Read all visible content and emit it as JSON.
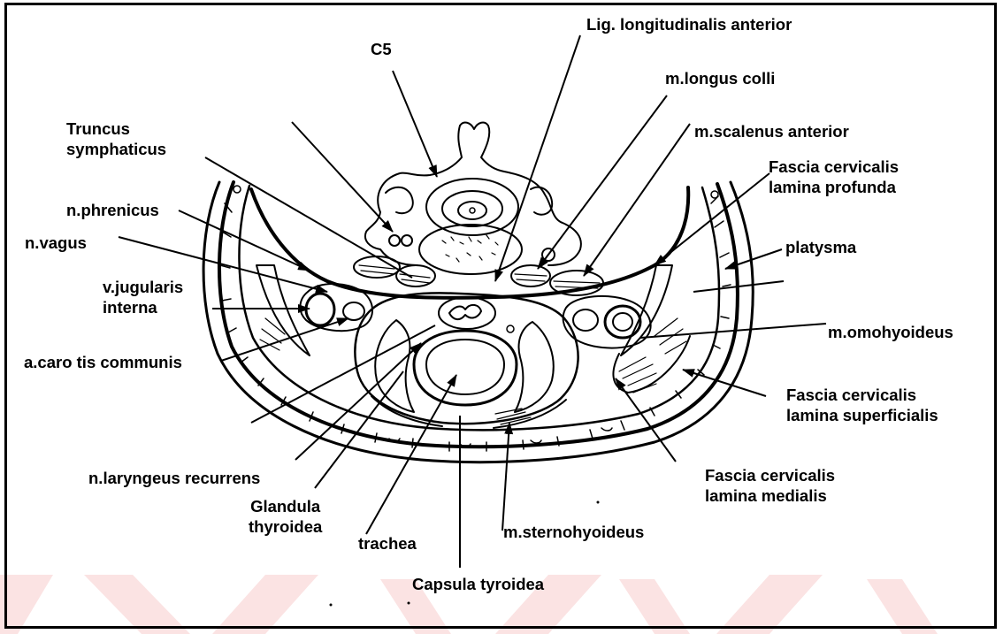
{
  "labels": {
    "c5": "C5",
    "lig_longitudinalis": "Lig. longitudinalis anterior",
    "m_longus_colli": "m.longus colli",
    "truncus_1": "Truncus",
    "truncus_2": "symphaticus",
    "m_scalenus_anterior": "m.scalenus anterior",
    "fascia_profunda_1": "Fascia cervicalis",
    "fascia_profunda_2": "lamina profunda",
    "n_phrenicus": "n.phrenicus",
    "n_vagus": "n.vagus",
    "platysma": "platysma",
    "v_jugularis_1": "v.jugularis",
    "v_jugularis_2": "interna",
    "m_omohyoideus": "m.omohyoideus",
    "a_carotis": "a.caro tis communis",
    "fascia_superficialis_1": "Fascia cervicalis",
    "fascia_superficialis_2": "lamina superficialis",
    "n_laryngeus": "n.laryngeus recurrens",
    "fascia_medialis_1": "Fascia cervicalis",
    "fascia_medialis_2": "lamina medialis",
    "glandula_1": "Glandula",
    "glandula_2": "thyroidea",
    "trachea": "trachea",
    "m_sternohyoideus": "m.sternohyoideus",
    "capsula": "Capsula tyroidea"
  },
  "colors": {
    "line": "#000000",
    "watermark": "#fbe3e3"
  }
}
